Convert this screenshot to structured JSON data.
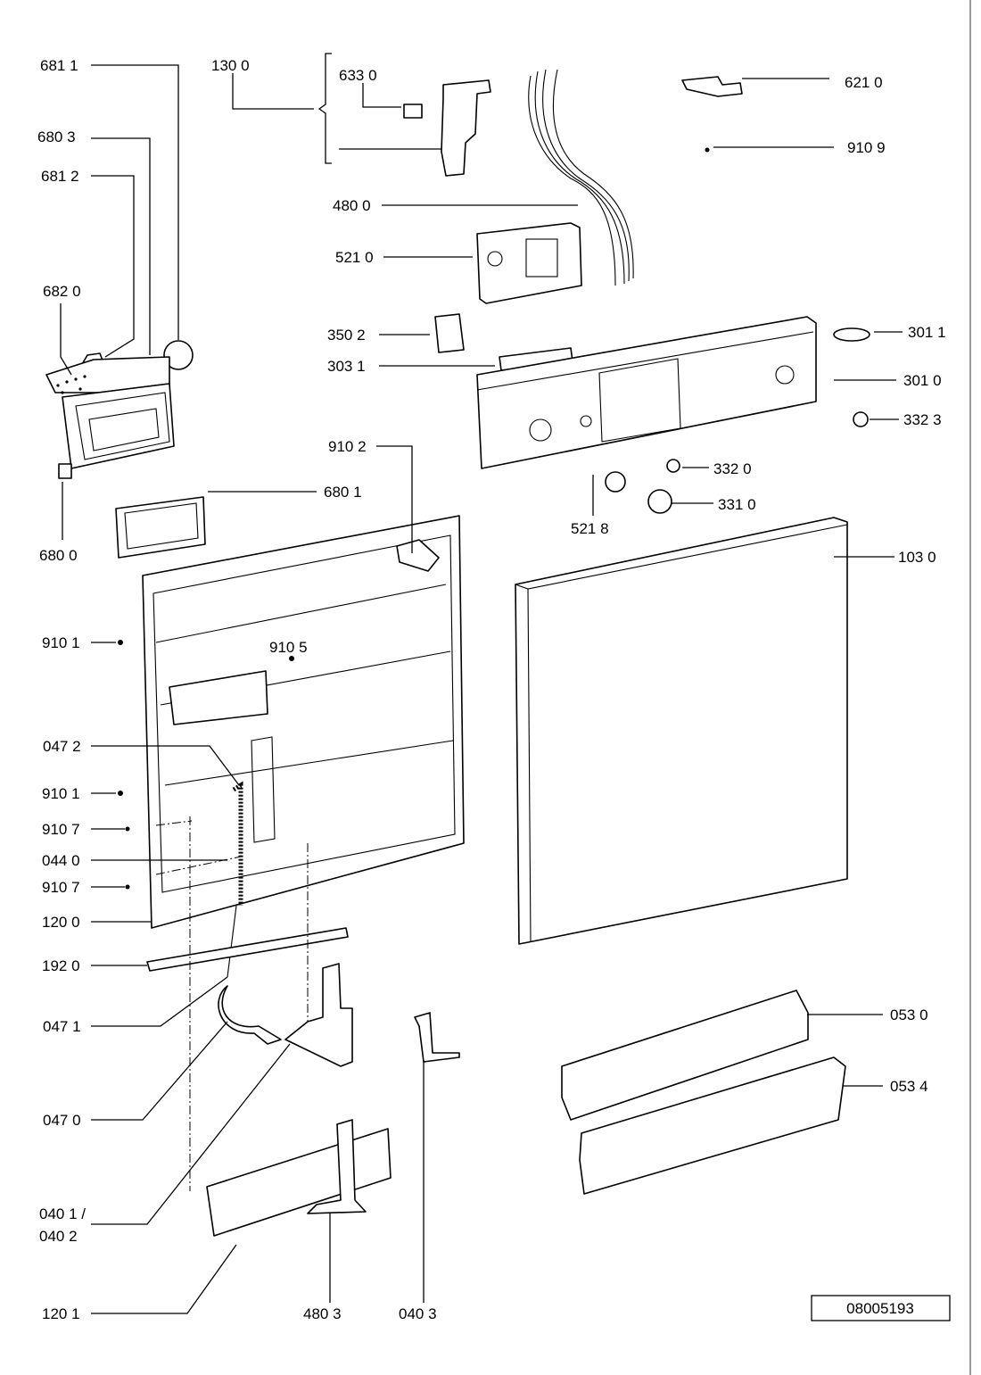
{
  "diagram": {
    "drawing_number": "08005193",
    "labels": {
      "l6811": "681 1",
      "l1300": "130 0",
      "l6330": "633 0",
      "l6803": "680 3",
      "l6812": "681 2",
      "l6820": "682 0",
      "l4800": "480 0",
      "l5210": "521 0",
      "l3502": "350 2",
      "l3031": "303 1",
      "l6210": "621 0",
      "l9109": "910 9",
      "l3011": "301 1",
      "l3010": "301 0",
      "l3323": "332 3",
      "l3320": "332 0",
      "l3310": "331 0",
      "l5218": "521 8",
      "l1030": "103 0",
      "l9102": "910 2",
      "l6801": "680 1",
      "l6800": "680 0",
      "l9101a": "910 1",
      "l9105": "910 5",
      "l0472": "047 2",
      "l9101b": "910 1",
      "l9107a": "910 7",
      "l0440": "044 0",
      "l9107b": "910 7",
      "l1200": "120 0",
      "l1920": "192 0",
      "l0471": "047 1",
      "l0470": "047 0",
      "l0401": "040 1 /",
      "l0402": "040 2",
      "l1201": "120 1",
      "l4803": "480 3",
      "l0403": "040 3",
      "l0530": "053 0",
      "l0534": "053 4"
    }
  }
}
